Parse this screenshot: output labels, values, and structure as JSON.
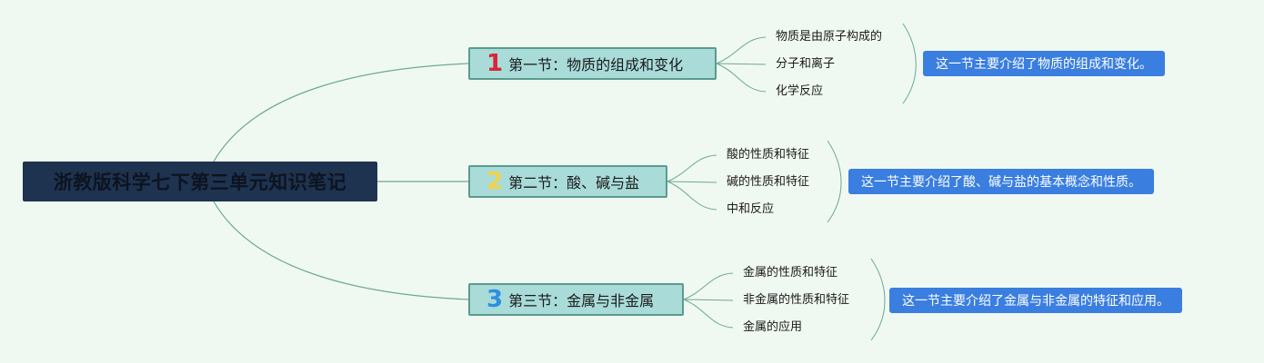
{
  "root": {
    "title": "浙教版科学七下第三单元知识笔记"
  },
  "sections": [
    {
      "number": "1",
      "number_color": "#d8263a",
      "title": "第一节：物质的组成和变化",
      "items": [
        "物质是由原子构成的",
        "分子和离子",
        "化学反应"
      ],
      "summary": "这一节主要介绍了物质的组成和变化。"
    },
    {
      "number": "2",
      "number_color": "#f3d24a",
      "title": "第二节：酸、碱与盐",
      "items": [
        "酸的性质和特征",
        "碱的性质和特征",
        "中和反应"
      ],
      "summary": "这一节主要介绍了酸、碱与盐的基本概念和性质。"
    },
    {
      "number": "3",
      "number_color": "#2f8fe0",
      "title": "第三节：金属与非金属",
      "items": [
        "金属的性质和特征",
        "非金属的性质和特征",
        "金属的应用"
      ],
      "summary": "这一节主要介绍了金属与非金属的特征和应用。"
    }
  ],
  "colors": {
    "background": "#f0f9f1",
    "root_fill": "#1e3350",
    "section_fill": "#a9dcd9",
    "section_border": "#5b9b8e",
    "connector": "#6aa895",
    "summary_fill": "#3a7ee0"
  }
}
